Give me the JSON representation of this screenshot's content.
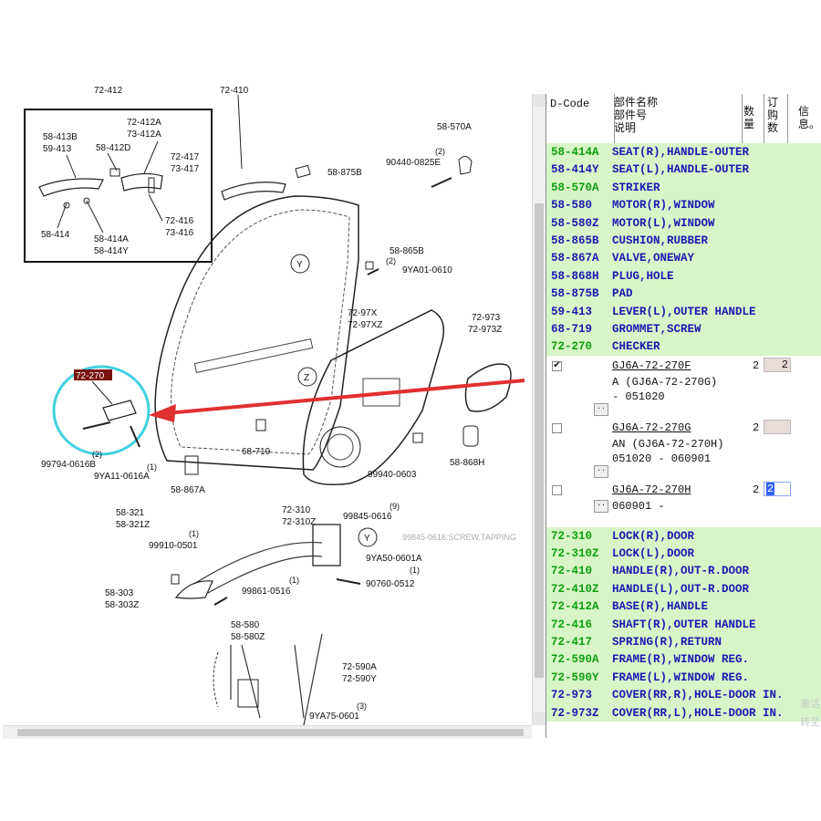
{
  "table": {
    "headers": {
      "code": "D-Code",
      "name_line1": "部件名称",
      "name_line2": "部件号",
      "name_line3": "说明",
      "qty": "数量",
      "order": "订购数",
      "info": "信息。"
    },
    "rows_top": [
      {
        "code": "58-414A",
        "desc": "SEAT(R),HANDLE-OUTER",
        "code_color": "green"
      },
      {
        "code": "58-414Y",
        "desc": "SEAT(L),HANDLE-OUTER",
        "code_color": "blue"
      },
      {
        "code": "58-570A",
        "desc": "STRIKER",
        "code_color": "green"
      },
      {
        "code": "58-580",
        "desc": "MOTOR(R),WINDOW",
        "code_color": "blue"
      },
      {
        "code": "58-580Z",
        "desc": "MOTOR(L),WINDOW",
        "code_color": "blue"
      },
      {
        "code": "58-865B",
        "desc": "CUSHION,RUBBER",
        "code_color": "blue"
      },
      {
        "code": "58-867A",
        "desc": "VALVE,ONEWAY",
        "code_color": "blue"
      },
      {
        "code": "58-868H",
        "desc": "PLUG,HOLE",
        "code_color": "blue"
      },
      {
        "code": "58-875B",
        "desc": "PAD",
        "code_color": "blue"
      },
      {
        "code": "59-413",
        "desc": "LEVER(L),OUTER HANDLE",
        "code_color": "blue"
      },
      {
        "code": "68-719",
        "desc": "GROMMET,SCREW",
        "code_color": "blue"
      },
      {
        "code": "72-270",
        "desc": "CHECKER",
        "code_color": "green"
      }
    ],
    "sub_parts": [
      {
        "checked": true,
        "checkmark": "✔",
        "part": "GJ6A-72-270F",
        "qty": "2",
        "order": "2",
        "line1": "A  (GJ6A-72-270G)",
        "line2": "        - 051020",
        "dd": "..",
        "selected": false
      },
      {
        "checked": false,
        "checkmark": "",
        "part": "GJ6A-72-270G",
        "qty": "2",
        "order": "",
        "line1": "AN  (GJ6A-72-270H)",
        "line2": "051020   - 060901",
        "dd": "..",
        "selected": false
      },
      {
        "checked": false,
        "checkmark": "",
        "part": "GJ6A-72-270H",
        "qty": "2",
        "order": "2",
        "line1": "060901   -",
        "line2": "",
        "dd": "..",
        "selected": true
      }
    ],
    "rows_bottom": [
      {
        "code": "72-310",
        "desc": "LOCK(R),DOOR",
        "code_color": "green"
      },
      {
        "code": "72-310Z",
        "desc": "LOCK(L),DOOR",
        "code_color": "green"
      },
      {
        "code": "72-410",
        "desc": "HANDLE(R),OUT-R.DOOR",
        "code_color": "green"
      },
      {
        "code": "72-410Z",
        "desc": "HANDLE(L),OUT-R.DOOR",
        "code_color": "green"
      },
      {
        "code": "72-412A",
        "desc": "BASE(R),HANDLE",
        "code_color": "green"
      },
      {
        "code": "72-416",
        "desc": "SHAFT(R),OUTER HANDLE",
        "code_color": "green"
      },
      {
        "code": "72-417",
        "desc": "SPRING(R),RETURN",
        "code_color": "green"
      },
      {
        "code": "72-590A",
        "desc": "FRAME(R),WINDOW REG.",
        "code_color": "green"
      },
      {
        "code": "72-590Y",
        "desc": "FRAME(L),WINDOW REG.",
        "code_color": "green"
      },
      {
        "code": "72-973",
        "desc": "COVER(RR,R),HOLE-DOOR IN.",
        "code_color": "blue"
      },
      {
        "code": "72-973Z",
        "desc": "COVER(RR,L),HOLE-DOOR IN.",
        "code_color": "blue"
      }
    ],
    "watermark1": "激活",
    "watermark2": "转至"
  },
  "diagram": {
    "highlight_label": "72-270",
    "tooltip": "99845-0616:SCREW,TAPPING",
    "labels": {
      "l72412": "72-412",
      "l72410": "72-410",
      "l58413b": "58-413B",
      "l59413": "59-413",
      "l58412d": "58-412D",
      "l72412a": "72-412A",
      "l73412a": "73-412A",
      "l72417": "72-417",
      "l73417": "73-417",
      "l72416": "72-416",
      "l73416": "73-416",
      "l58414": "58-414",
      "l58414a": "58-414A",
      "l58414y": "58-414Y",
      "l58570a": "58-570A",
      "n2a": "(2)",
      "l90440": "90440-0825E",
      "l58875b": "58-875B",
      "l58865b": "58-865B",
      "n2b": "(2)",
      "l9ya01": "9YA01-0610",
      "y1": "Y",
      "l7297x": "72-97X",
      "l7297xz": "72-97XZ",
      "l72973": "72-973",
      "l72973z": "72-973Z",
      "z": "Z",
      "n2c": "(2)",
      "l99794": "99794-0616B",
      "n1a": "(1)",
      "l9ya11": "9YA11-0616A",
      "l68719": "68-719",
      "l58867a": "58-867A",
      "l99940": "99940-0603",
      "l58868h": "58-868H",
      "l58321": "58-321",
      "l58321z": "58-321Z",
      "n1b": "(1)",
      "l99910": "99910-0501",
      "l72310": "72-310",
      "l72310z": "72-310Z",
      "n9": "(9)",
      "l99845": "99845-0616",
      "y2": "Y",
      "l9ya50": "9YA50-0601A",
      "n1c": "(1)",
      "l90760": "90760-0512",
      "n1d": "(1)",
      "l99861": "99861-0516",
      "l58303": "58-303",
      "l58303z": "58-303Z",
      "l58580": "58-580",
      "l58580z": "58-580Z",
      "l72590a": "72-590A",
      "l72590y": "72-590Y",
      "n3": "(3)",
      "l9ya75": "9YA75-0601"
    }
  }
}
